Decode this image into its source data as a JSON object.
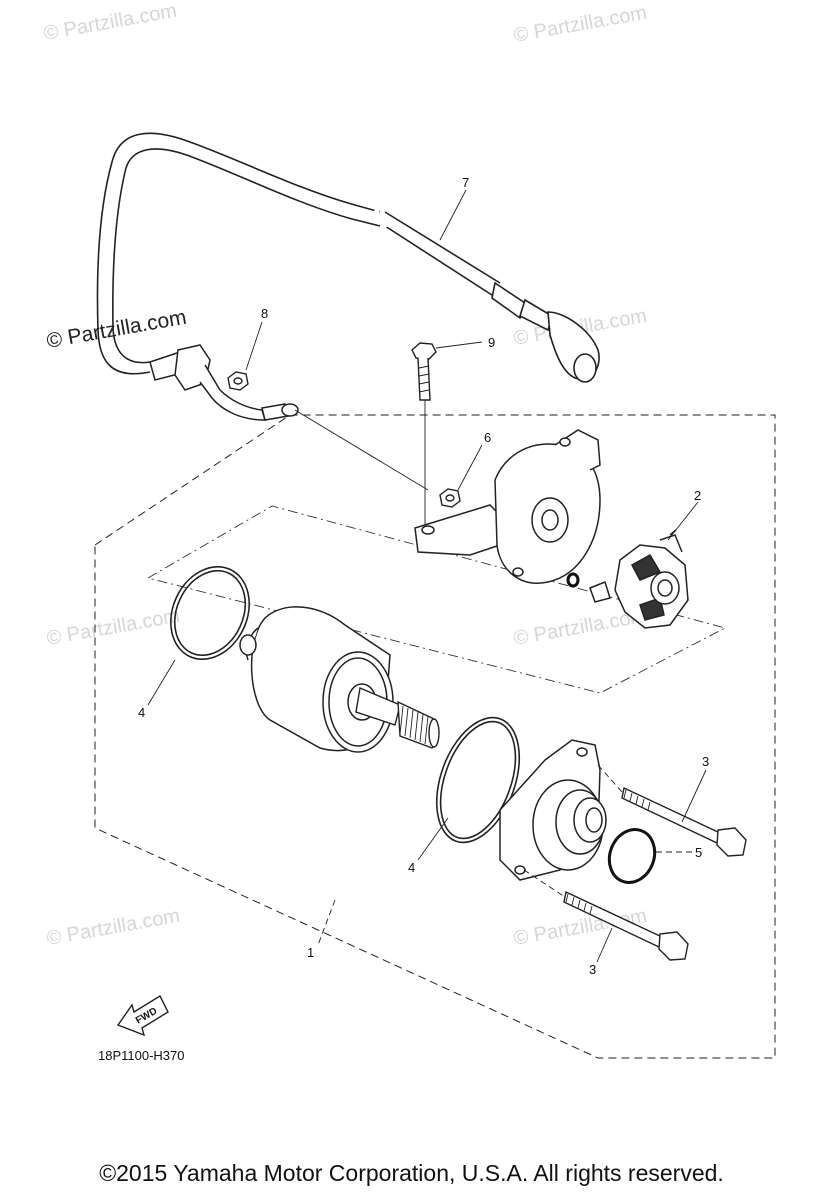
{
  "watermarks": [
    "© Partzilla.com",
    "© Partzilla.com",
    "© Partzilla.com",
    "© Partzilla.com",
    "© Partzilla.com",
    "© Partzilla.com",
    "© Partzilla.com",
    "© Partzilla.com"
  ],
  "watermark_main": "© Partzilla.com",
  "callouts": {
    "c1": "1",
    "c2": "2",
    "c3a": "3",
    "c3b": "3",
    "c4a": "4",
    "c4b": "4",
    "c5": "5",
    "c6": "6",
    "c7": "7",
    "c8": "8",
    "c9": "9"
  },
  "fwd_label": "FWD",
  "diagram_code": "18P1100-H370",
  "copyright": "©2015  Yamaha Motor Corporation, U.S.A. All rights reserved."
}
